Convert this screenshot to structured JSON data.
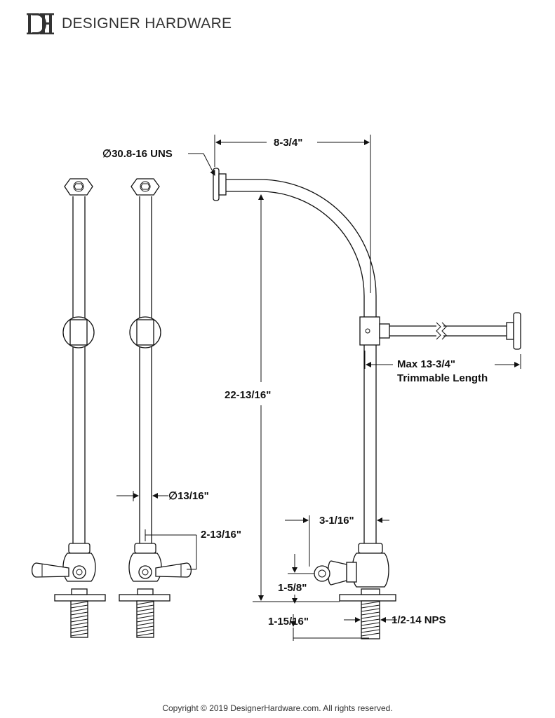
{
  "brand": {
    "name": "DESIGNER HARDWARE",
    "logo_letters": "DH"
  },
  "dimensions": {
    "top_width": "8-3/4\"",
    "thread_spec": "∅30.8-16 UNS",
    "height": "22-13/16\"",
    "tube_diameter": "∅13/16\"",
    "valve_offset": "2-13/16\"",
    "max_length_line1": "Max 13-3/4\"",
    "max_length_line2": "Trimmable Length",
    "valve_projection": "3-1/16\"",
    "valve_height": "1-5/8\"",
    "base_offset": "1-15/16\"",
    "nps_thread": "1/2-14 NPS"
  },
  "footer": {
    "copyright": "Copyright © 2019 DesignerHardware.com. All rights reserved."
  }
}
